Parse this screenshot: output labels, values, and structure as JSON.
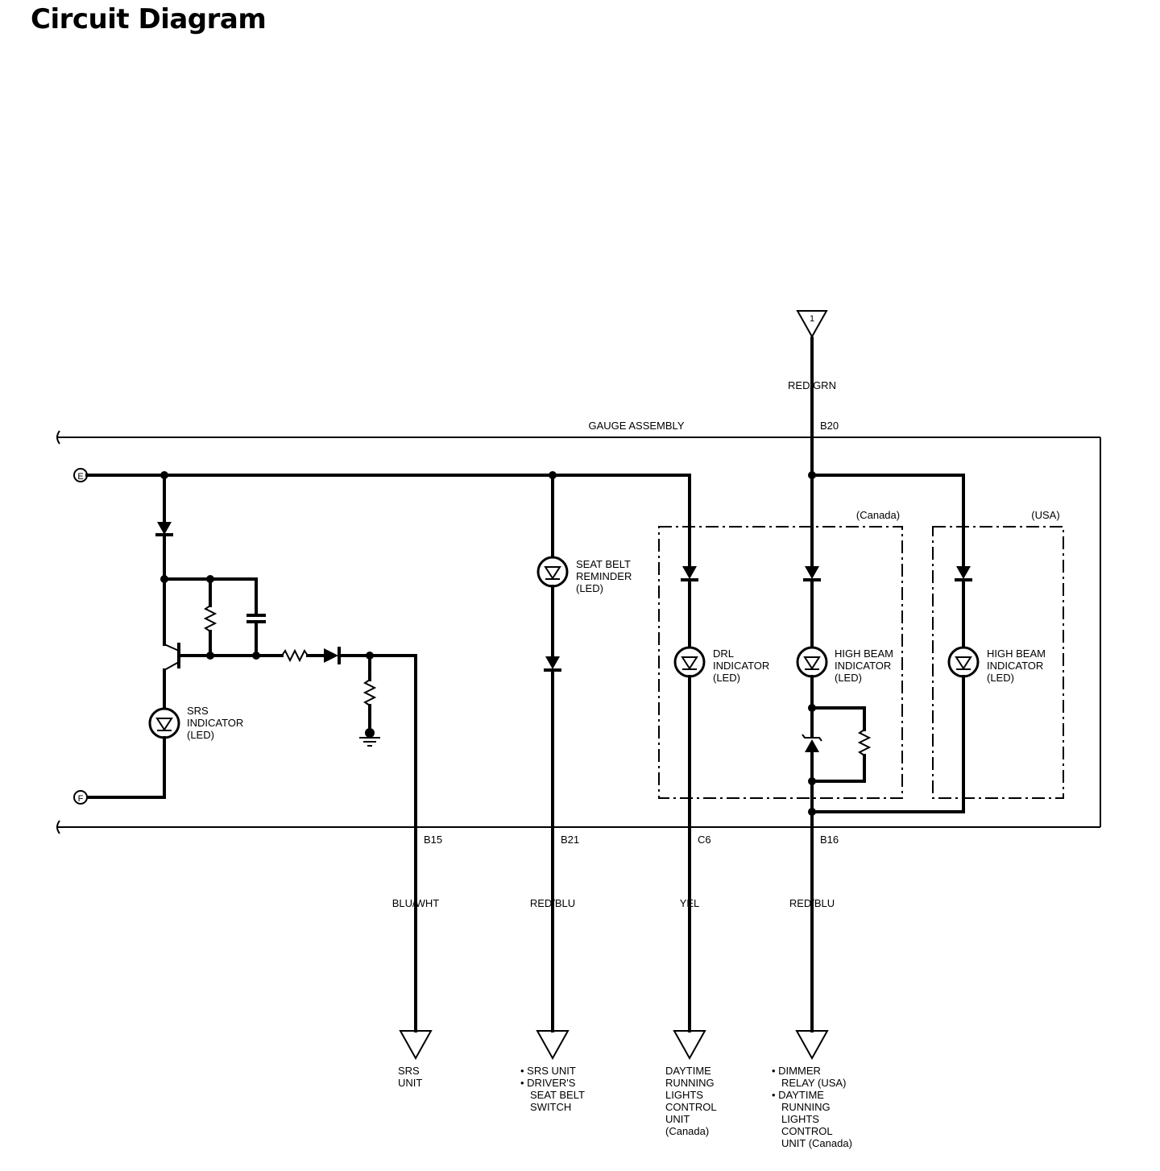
{
  "title": "Circuit Diagram",
  "assembly_label": "GAUGE ASSEMBLY",
  "region_labels": {
    "canada": "(Canada)",
    "usa": "(USA)"
  },
  "connectors": {
    "e": "E",
    "f": "F",
    "top_terminal": "1"
  },
  "terminals": {
    "b20": "B20",
    "b15": "B15",
    "b21": "B21",
    "c6": "C6",
    "b16": "B16"
  },
  "wire_colors": {
    "top": "RED/GRN",
    "b15": "BLU/WHT",
    "b21": "RED/BLU",
    "c6": "YEL",
    "b16": "RED/BLU"
  },
  "components": {
    "srs_indicator": [
      "SRS",
      "INDICATOR",
      "(LED)"
    ],
    "seat_belt_reminder": [
      "SEAT BELT",
      "REMINDER",
      "(LED)"
    ],
    "drl_indicator": [
      "DRL",
      "INDICATOR",
      "(LED)"
    ],
    "high_beam_canada": [
      "HIGH BEAM",
      "INDICATOR",
      "(LED)"
    ],
    "high_beam_usa": [
      "HIGH BEAM",
      "INDICATOR",
      "(LED)"
    ]
  },
  "destinations": {
    "srs_unit": [
      "SRS",
      "UNIT"
    ],
    "b21_dest": [
      "• SRS UNIT",
      "• DRIVER'S",
      "SEAT BELT",
      "SWITCH"
    ],
    "c6_dest": [
      "DAYTIME",
      "RUNNING",
      "LIGHTS",
      "CONTROL",
      "UNIT",
      "(Canada)"
    ],
    "b16_dest": [
      "• DIMMER",
      "RELAY (USA)",
      "• DAYTIME",
      "RUNNING",
      "LIGHTS",
      "CONTROL",
      "UNIT (Canada)"
    ]
  }
}
